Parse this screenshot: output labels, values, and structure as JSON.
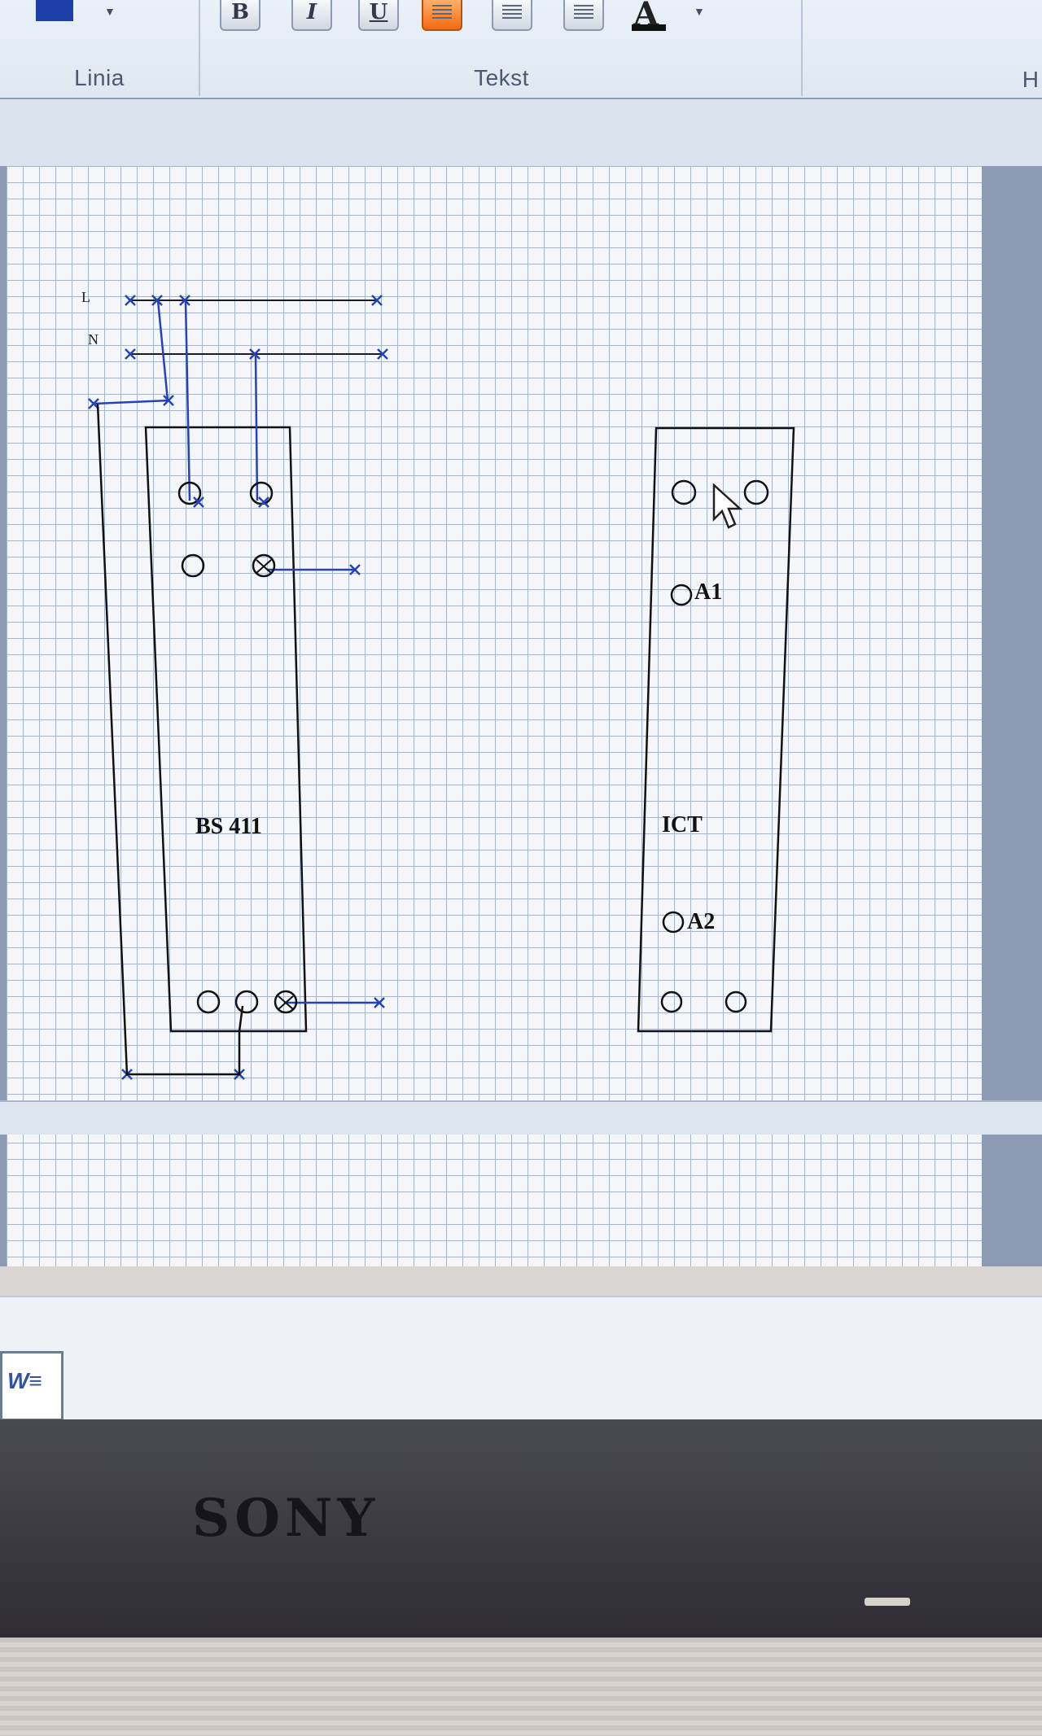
{
  "ribbon": {
    "groups": [
      {
        "label": "Linia"
      },
      {
        "label": "Tekst"
      },
      {
        "label": "H"
      }
    ],
    "buttons": [
      {
        "label": "B",
        "name": "bold"
      },
      {
        "label": "I",
        "name": "italic"
      },
      {
        "label": "U",
        "name": "underline"
      },
      {
        "label": "",
        "name": "align-left",
        "active": true
      },
      {
        "label": "",
        "name": "align-center"
      },
      {
        "label": "",
        "name": "align-right"
      }
    ],
    "font_color_label": "A",
    "line_color": "#1f3fa8",
    "active_color": "#f36a12"
  },
  "diagram": {
    "rail_L": "L",
    "rail_N": "N",
    "left_block": {
      "label": "BS 411"
    },
    "right_block": {
      "label": "ICT",
      "terminal_a1": "A1",
      "terminal_a2": "A2"
    },
    "wire_color": "#2443b8",
    "outline_color": "#111111"
  },
  "bezel": {
    "brand": "SONY"
  }
}
